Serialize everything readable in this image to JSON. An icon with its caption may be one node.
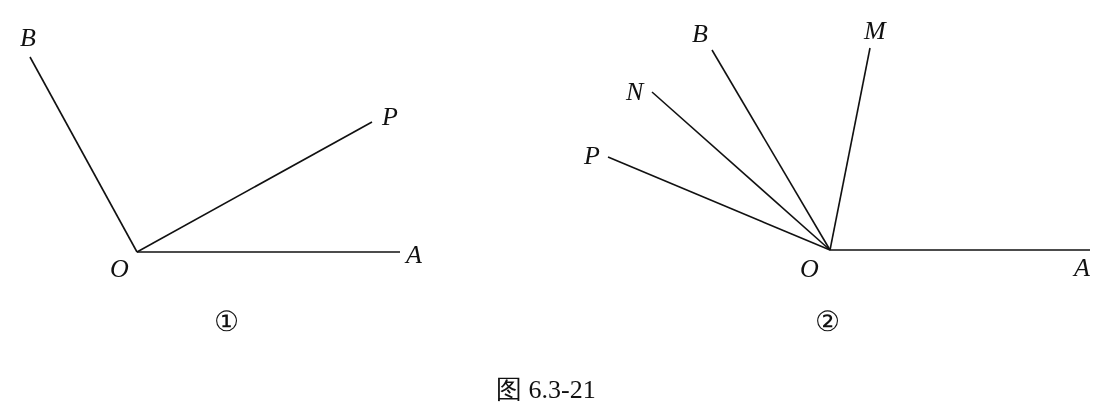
{
  "diagram": {
    "caption": "图 6.3-21",
    "nodes": [
      {
        "text": [
          "B"
        ]
      },
      {
        "text": [
          "P"
        ]
      },
      {
        "text": [
          "O"
        ]
      },
      {
        "text": [
          "A"
        ]
      },
      {
        "text": [
          "M"
        ]
      },
      {
        "text": [
          "B"
        ]
      },
      {
        "text": [
          "N"
        ]
      },
      {
        "text": [
          "P"
        ]
      },
      {
        "text": [
          "O"
        ]
      },
      {
        "text": [
          "A"
        ]
      }
    ],
    "edges": [
      {
        "from": 2,
        "to": 0,
        "arrow": "none"
      },
      {
        "from": 2,
        "to": 1,
        "arrow": "none"
      },
      {
        "from": 2,
        "to": 3,
        "arrow": "none"
      },
      {
        "from": 8,
        "to": 4,
        "arrow": "none"
      },
      {
        "from": 8,
        "to": 5,
        "arrow": "none"
      },
      {
        "from": 8,
        "to": 6,
        "arrow": "none"
      },
      {
        "from": 8,
        "to": 7,
        "arrow": "none"
      },
      {
        "from": 8,
        "to": 9,
        "arrow": "none"
      }
    ],
    "labels": [
      "①",
      "②"
    ]
  }
}
